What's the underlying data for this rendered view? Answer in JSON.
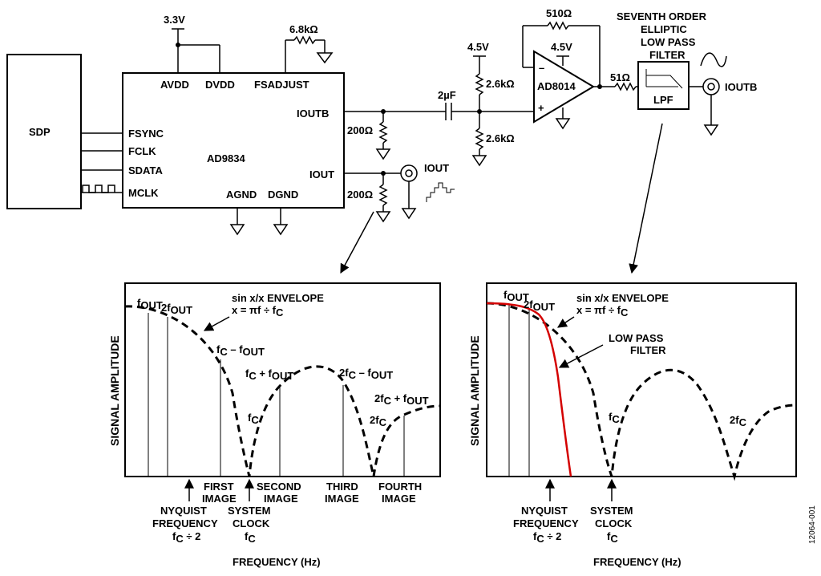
{
  "circuit": {
    "sdp_label": "SDP",
    "dds": {
      "name": "AD9834",
      "pins": {
        "avdd": "AVDD",
        "dvdd": "DVDD",
        "fsadjust": "FSADJUST",
        "ioutb": "IOUTB",
        "iout": "IOUT",
        "fsync": "FSYNC",
        "fclk": "FCLK",
        "sdata": "SDATA",
        "mclk": "MCLK",
        "agnd": "AGND",
        "dgnd": "DGND"
      }
    },
    "supply_33": "3.3V",
    "r_fsadjust": "6.8kΩ",
    "r_load_ioutb": "200Ω",
    "r_load_iout": "200Ω",
    "coupling_cap": "2µF",
    "bias_supply": "4.5V",
    "bias_r_top": "2.6kΩ",
    "bias_r_bottom": "2.6kΩ",
    "opamp": {
      "name": "AD8014",
      "supply": "4.5V",
      "minus": "–",
      "plus": "+"
    },
    "r_feedback": "510Ω",
    "r_series": "51Ω",
    "filter_title": [
      "SEVENTH ORDER",
      "ELLIPTIC",
      "LOW PASS",
      "FILTER"
    ],
    "lpf_label": "LPF",
    "iout_probe_label": "IOUT",
    "ioutb_probe_label": "IOUTB"
  },
  "plot_left": {
    "ylabel": "SIGNAL AMPLITUDE",
    "xlabel": "FREQUENCY (Hz)",
    "envelope": {
      "title": "sin x/x ENVELOPE",
      "formula_pre": "x = πf ÷ f",
      "formula_sub": "C"
    },
    "harmonics": {
      "fout": {
        "main": "f",
        "sub": "OUT"
      },
      "two_fout": {
        "main": "2f",
        "sub": "OUT"
      },
      "fc_minus_fout": {
        "main1": "f",
        "sub1": "C",
        "mid": " – f",
        "sub2": "OUT"
      },
      "fc_plus_fout": {
        "main1": "f",
        "sub1": "C",
        "mid": " + f",
        "sub2": "OUT"
      },
      "fc": {
        "main": "f",
        "sub": "C"
      },
      "two_fc_minus_fout": {
        "main1": "2f",
        "sub1": "C",
        "mid": " – f",
        "sub2": "OUT"
      },
      "two_fc": {
        "main": "2f",
        "sub": "C"
      },
      "two_fc_plus_fout": {
        "main1": "2f",
        "sub1": "C",
        "mid": " + f",
        "sub2": "OUT"
      }
    },
    "markers": {
      "first_image": [
        "FIRST",
        "IMAGE"
      ],
      "second_image": [
        "SECOND",
        "IMAGE"
      ],
      "third_image": [
        "THIRD",
        "IMAGE"
      ],
      "fourth_image": [
        "FOURTH",
        "IMAGE"
      ],
      "nyquist": [
        "NYQUIST",
        "FREQUENCY"
      ],
      "nyquist_fc": {
        "main": "f",
        "sub": "C",
        "post": " ÷ 2"
      },
      "system_clock": [
        "SYSTEM",
        "CLOCK"
      ],
      "system_clock_fc": {
        "main": "f",
        "sub": "C"
      }
    }
  },
  "plot_right": {
    "ylabel": "SIGNAL AMPLITUDE",
    "xlabel": "FREQUENCY (Hz)",
    "envelope": {
      "title": "sin x/x ENVELOPE",
      "formula_pre": "x = πf ÷ f",
      "formula_sub": "C"
    },
    "harmonics": {
      "fout": {
        "main": "f",
        "sub": "OUT"
      },
      "two_fout": {
        "main": "2f",
        "sub": "OUT"
      },
      "fc": {
        "main": "f",
        "sub": "C"
      },
      "two_fc": {
        "main": "2f",
        "sub": "C"
      }
    },
    "lpf_annotation": [
      "LOW PASS",
      "FILTER"
    ],
    "markers": {
      "nyquist": [
        "NYQUIST",
        "FREQUENCY"
      ],
      "nyquist_fc": {
        "main": "f",
        "sub": "C",
        "post": " ÷ 2"
      },
      "system_clock": [
        "SYSTEM",
        "CLOCK"
      ],
      "system_clock_fc": {
        "main": "f",
        "sub": "C"
      }
    }
  },
  "figure_id": "12064-001"
}
